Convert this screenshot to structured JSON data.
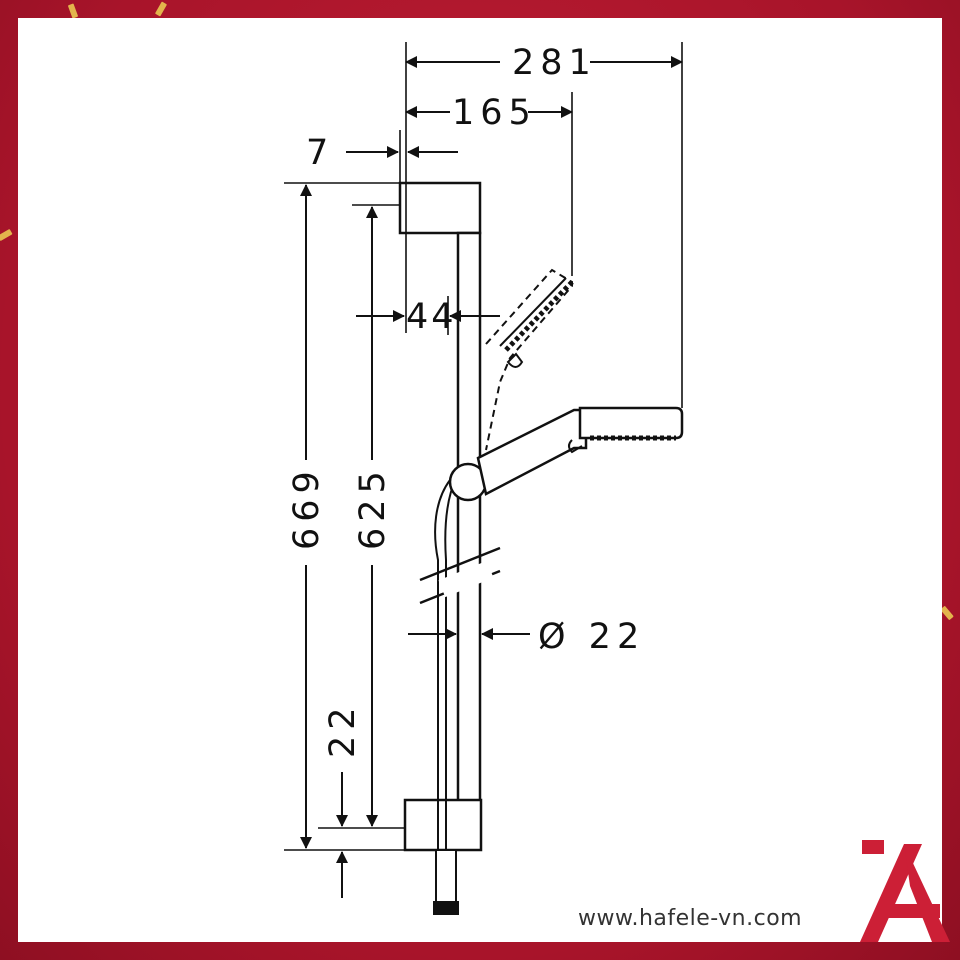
{
  "dimensions": {
    "overall_width": "281",
    "handshower_reach": "165",
    "bracket_offset": "7",
    "bracket_depth": "44",
    "overall_height": "669",
    "rail_length": "625",
    "bottom_offset": "22",
    "rail_diameter": "Ø 22"
  },
  "footer": {
    "website": "www.hafele-vn.com"
  },
  "colors": {
    "frame_red": "#b3182c",
    "logo_red": "#cc1f36",
    "line_black": "#111111"
  },
  "icons": {
    "logo": "hafele-h-logo-icon"
  }
}
